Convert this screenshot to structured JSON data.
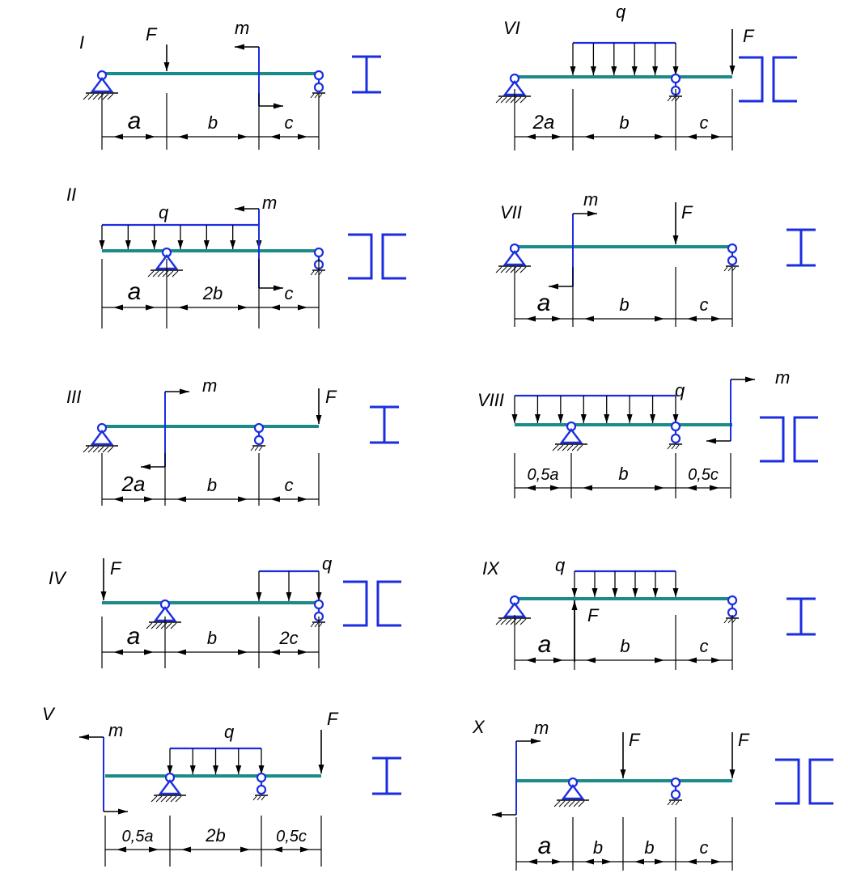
{
  "colors": {
    "beam": "#1b8a8a",
    "load": "#1a2ee0",
    "support": "#1a2ee0",
    "section": "#1a2ee0",
    "line": "#000000",
    "text": "#000000"
  },
  "schemes": [
    {
      "numeral": "I",
      "spans": [
        {
          "label": "a"
        },
        {
          "label": "b"
        },
        {
          "label": "c"
        }
      ],
      "loads": {
        "force": "F",
        "moment": "m"
      },
      "section": "I-beam"
    },
    {
      "numeral": "II",
      "spans": [
        {
          "label": "a"
        },
        {
          "label": "2b"
        },
        {
          "label": "c"
        }
      ],
      "loads": {
        "distributed": "q",
        "moment": "m"
      },
      "section": "double-channel"
    },
    {
      "numeral": "III",
      "spans": [
        {
          "label": "2a"
        },
        {
          "label": "b"
        },
        {
          "label": "c"
        }
      ],
      "loads": {
        "moment": "m",
        "force": "F"
      },
      "section": "I-beam"
    },
    {
      "numeral": "IV",
      "spans": [
        {
          "label": "a"
        },
        {
          "label": "b"
        },
        {
          "label": "2c"
        }
      ],
      "loads": {
        "force": "F",
        "distributed": "q"
      },
      "section": "double-channel"
    },
    {
      "numeral": "V",
      "spans": [
        {
          "label": "0,5a"
        },
        {
          "label": "2b"
        },
        {
          "label": "0,5c"
        }
      ],
      "loads": {
        "moment": "m",
        "distributed": "q",
        "force": "F"
      },
      "section": "I-beam"
    },
    {
      "numeral": "VI",
      "spans": [
        {
          "label": "2a"
        },
        {
          "label": "b"
        },
        {
          "label": "c"
        }
      ],
      "loads": {
        "distributed": "q",
        "force": "F"
      },
      "section": "double-channel"
    },
    {
      "numeral": "VII",
      "spans": [
        {
          "label": "a"
        },
        {
          "label": "b"
        },
        {
          "label": "c"
        }
      ],
      "loads": {
        "moment": "m",
        "force": "F"
      },
      "section": "I-beam"
    },
    {
      "numeral": "VIII",
      "spans": [
        {
          "label": "0,5a"
        },
        {
          "label": "b"
        },
        {
          "label": "0,5c"
        }
      ],
      "loads": {
        "distributed": "q",
        "moment": "m"
      },
      "section": "double-channel"
    },
    {
      "numeral": "IX",
      "spans": [
        {
          "label": "a"
        },
        {
          "label": "b"
        },
        {
          "label": "c"
        }
      ],
      "loads": {
        "distributed": "q",
        "force": "F"
      },
      "section": "I-beam"
    },
    {
      "numeral": "X",
      "spans": [
        {
          "label": "a"
        },
        {
          "label": "b"
        },
        {
          "label": "b"
        },
        {
          "label": "c"
        }
      ],
      "loads": {
        "moment": "m",
        "force1": "F",
        "force2": "F"
      },
      "section": "double-channel"
    }
  ]
}
